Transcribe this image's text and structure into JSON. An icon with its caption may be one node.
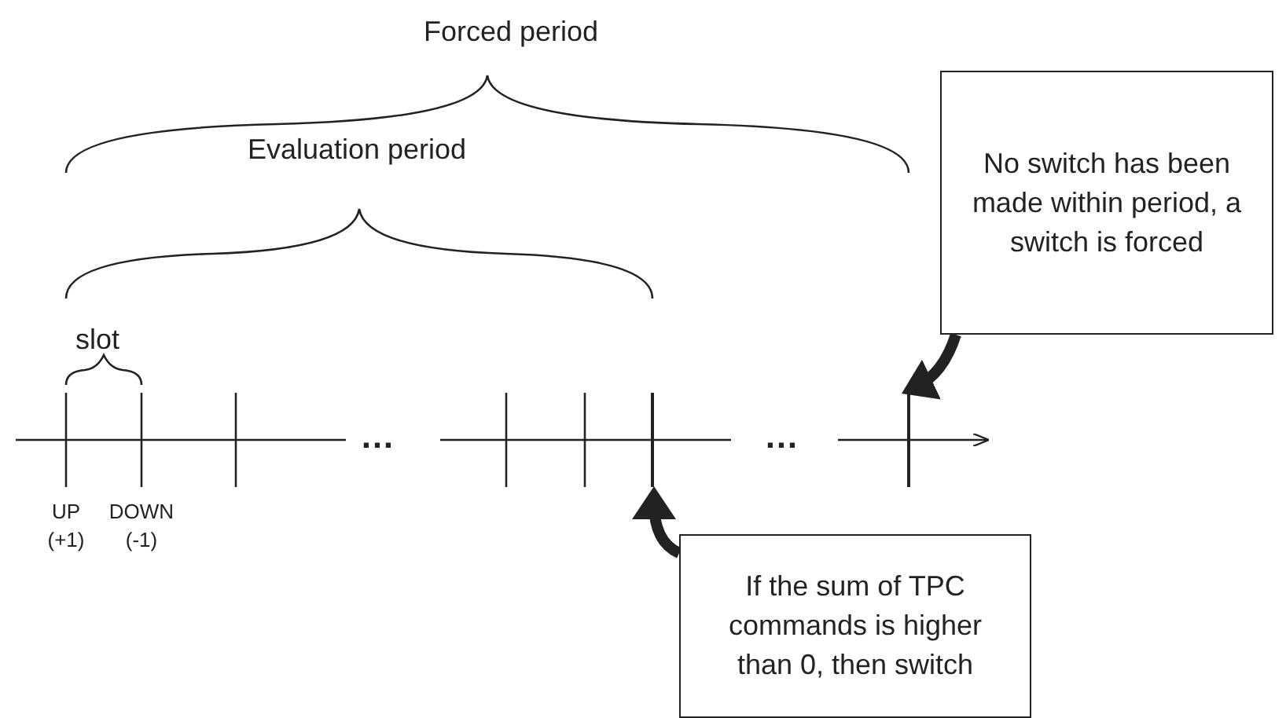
{
  "diagram": {
    "nodes": [
      {
        "text": [
          "No switch has been made within period, a switch is forced"
        ]
      },
      {
        "text": [],
        "shape": "bar"
      },
      {
        "text": [],
        "shape": "bar"
      },
      {
        "text": [
          "If the sum of TPC commands is higher than 0, then switch"
        ]
      }
    ],
    "edges": [
      {
        "from": 0,
        "to": 2,
        "arrow": "to"
      },
      {
        "from": 3,
        "to": 1,
        "arrow": "to"
      }
    ],
    "labels": [
      "Forced period",
      "Evaluation period",
      "slot",
      "…",
      "…",
      "UP",
      "DOWN",
      "(+1)",
      "(-1)"
    ]
  }
}
